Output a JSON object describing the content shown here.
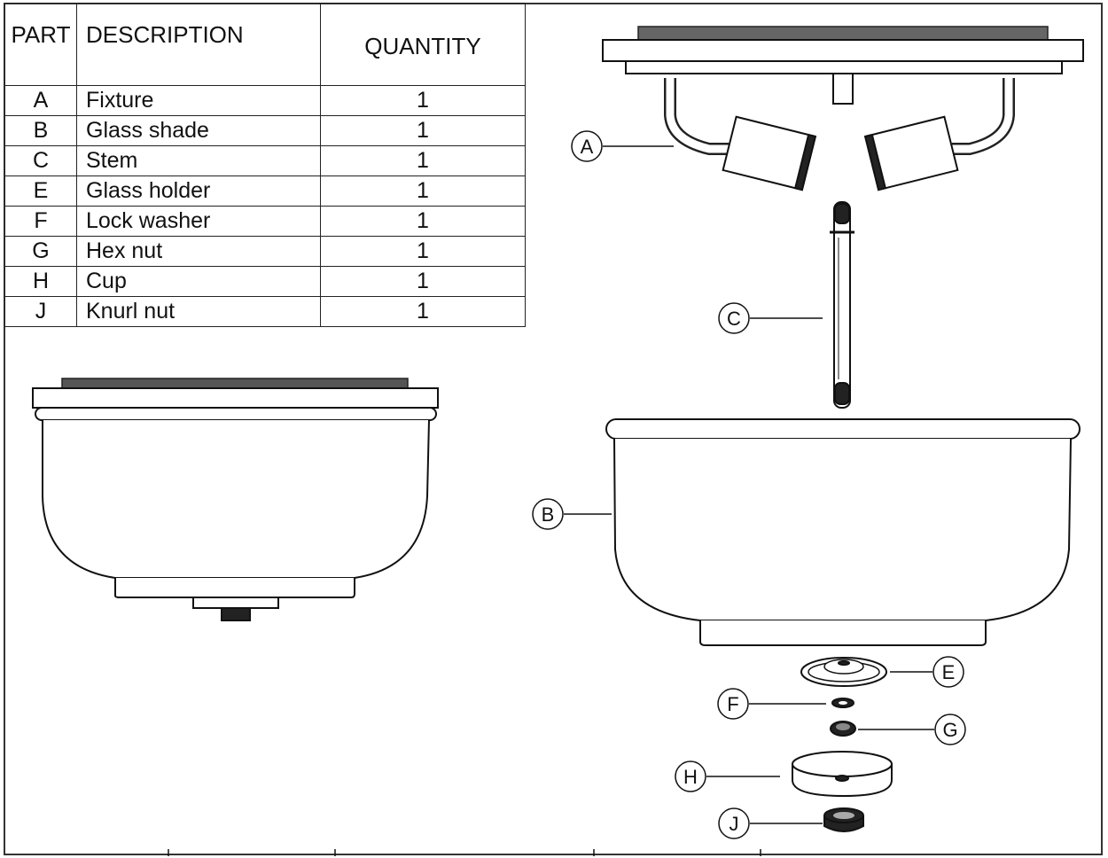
{
  "table": {
    "headers": {
      "part": "PART",
      "description": "DESCRIPTION",
      "quantity": "QUANTITY"
    },
    "rows": [
      {
        "part": "A",
        "description": "Fixture",
        "quantity": "1"
      },
      {
        "part": "B",
        "description": "Glass shade",
        "quantity": "1"
      },
      {
        "part": "C",
        "description": "Stem",
        "quantity": "1"
      },
      {
        "part": "E",
        "description": "Glass holder",
        "quantity": "1"
      },
      {
        "part": "F",
        "description": "Lock washer",
        "quantity": "1"
      },
      {
        "part": "G",
        "description": "Hex nut",
        "quantity": "1"
      },
      {
        "part": "H",
        "description": "Cup",
        "quantity": "1"
      },
      {
        "part": "J",
        "description": "Knurl nut",
        "quantity": "1"
      }
    ]
  },
  "callouts": {
    "a": "A",
    "b": "B",
    "c": "C",
    "e": "E",
    "f": "F",
    "g": "G",
    "h": "H",
    "j": "J"
  }
}
